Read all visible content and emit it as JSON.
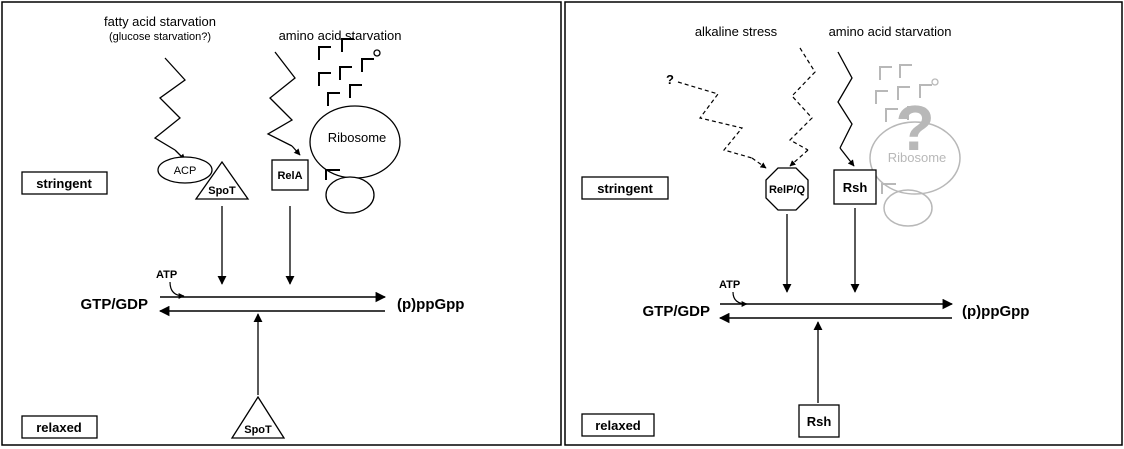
{
  "left_panel": {
    "trigger_fatty": "fatty acid starvation",
    "trigger_fatty_sub": "(glucose starvation?)",
    "trigger_amino": "amino acid starvation",
    "acp": "ACP",
    "spot_top": "SpoT",
    "rela": "RelA",
    "ribosome": "Ribosome",
    "stringent": "stringent",
    "relaxed": "relaxed",
    "atp": "ATP",
    "substrate": "GTP/GDP",
    "product": "(p)ppGpp",
    "spot_bottom": "SpoT"
  },
  "right_panel": {
    "trigger_unknown": "?",
    "trigger_alkaline": "alkaline stress",
    "trigger_amino": "amino acid starvation",
    "relpq": "RelP/Q",
    "rsh_top": "Rsh",
    "ribosome": "Ribosome",
    "ribosome_question": "?",
    "stringent": "stringent",
    "relaxed": "relaxed",
    "atp": "ATP",
    "substrate": "GTP/GDP",
    "product": "(p)ppGpp",
    "rsh_bottom": "Rsh"
  },
  "colors": {
    "line": "#000000",
    "faded": "#b8b8b8"
  }
}
